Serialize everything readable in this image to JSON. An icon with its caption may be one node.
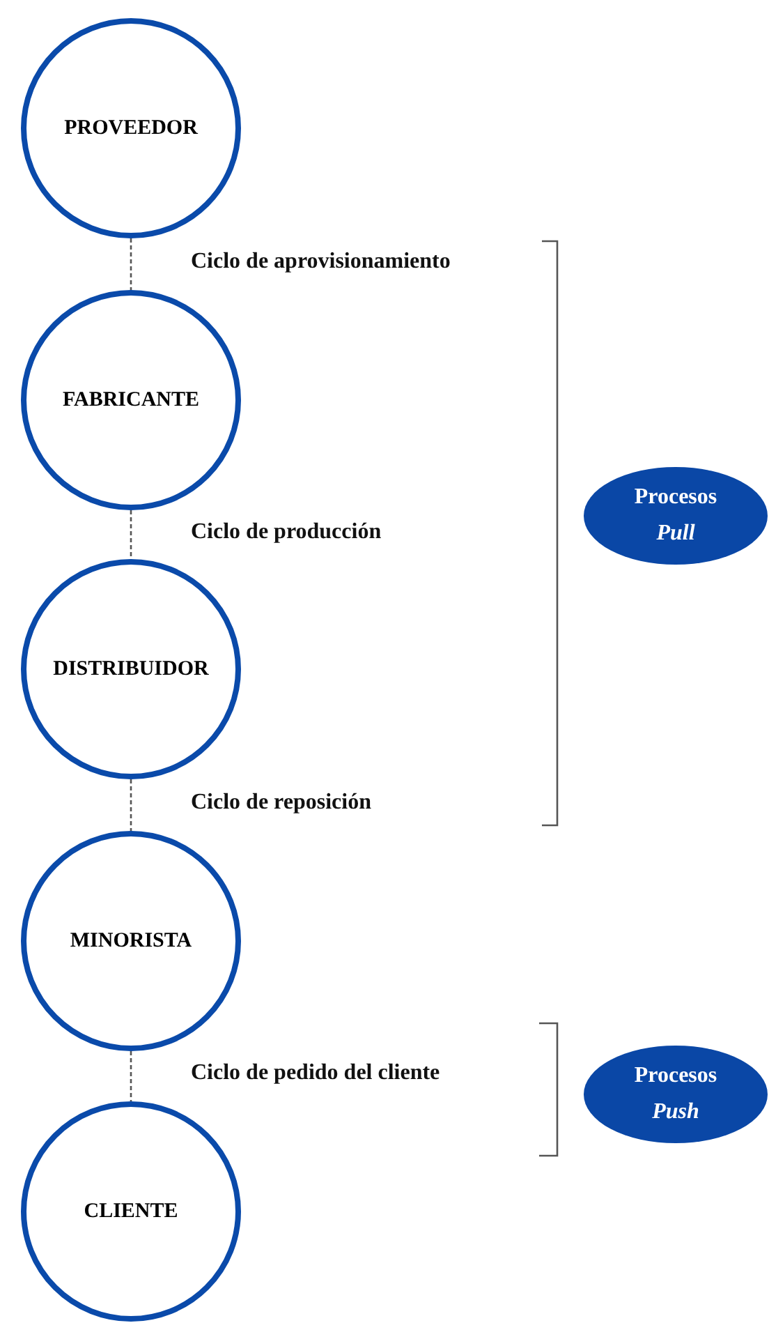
{
  "diagram": {
    "nodes": [
      {
        "text": [
          "PROVEEDOR"
        ]
      },
      {
        "text": [
          "FABRICANTE"
        ]
      },
      {
        "text": [
          "DISTRIBUIDOR"
        ]
      },
      {
        "text": [
          "MINORISTA"
        ]
      },
      {
        "text": [
          "CLIENTE"
        ]
      },
      {
        "text": [
          "Procesos *Pull*"
        ]
      },
      {
        "text": [
          "Procesos *Push*"
        ]
      }
    ],
    "edges": [
      {
        "from": 0,
        "to": 1,
        "arrow": "none",
        "style": "dashed",
        "label": "Ciclo de aprovisionamiento"
      },
      {
        "from": 1,
        "to": 2,
        "arrow": "none",
        "style": "dashed",
        "label": "Ciclo de producción"
      },
      {
        "from": 2,
        "to": 3,
        "arrow": "none",
        "style": "dashed",
        "label": "Ciclo de reposición"
      },
      {
        "from": 3,
        "to": 4,
        "arrow": "none",
        "style": "dashed",
        "label": "Ciclo de pedido del cliente"
      }
    ]
  }
}
